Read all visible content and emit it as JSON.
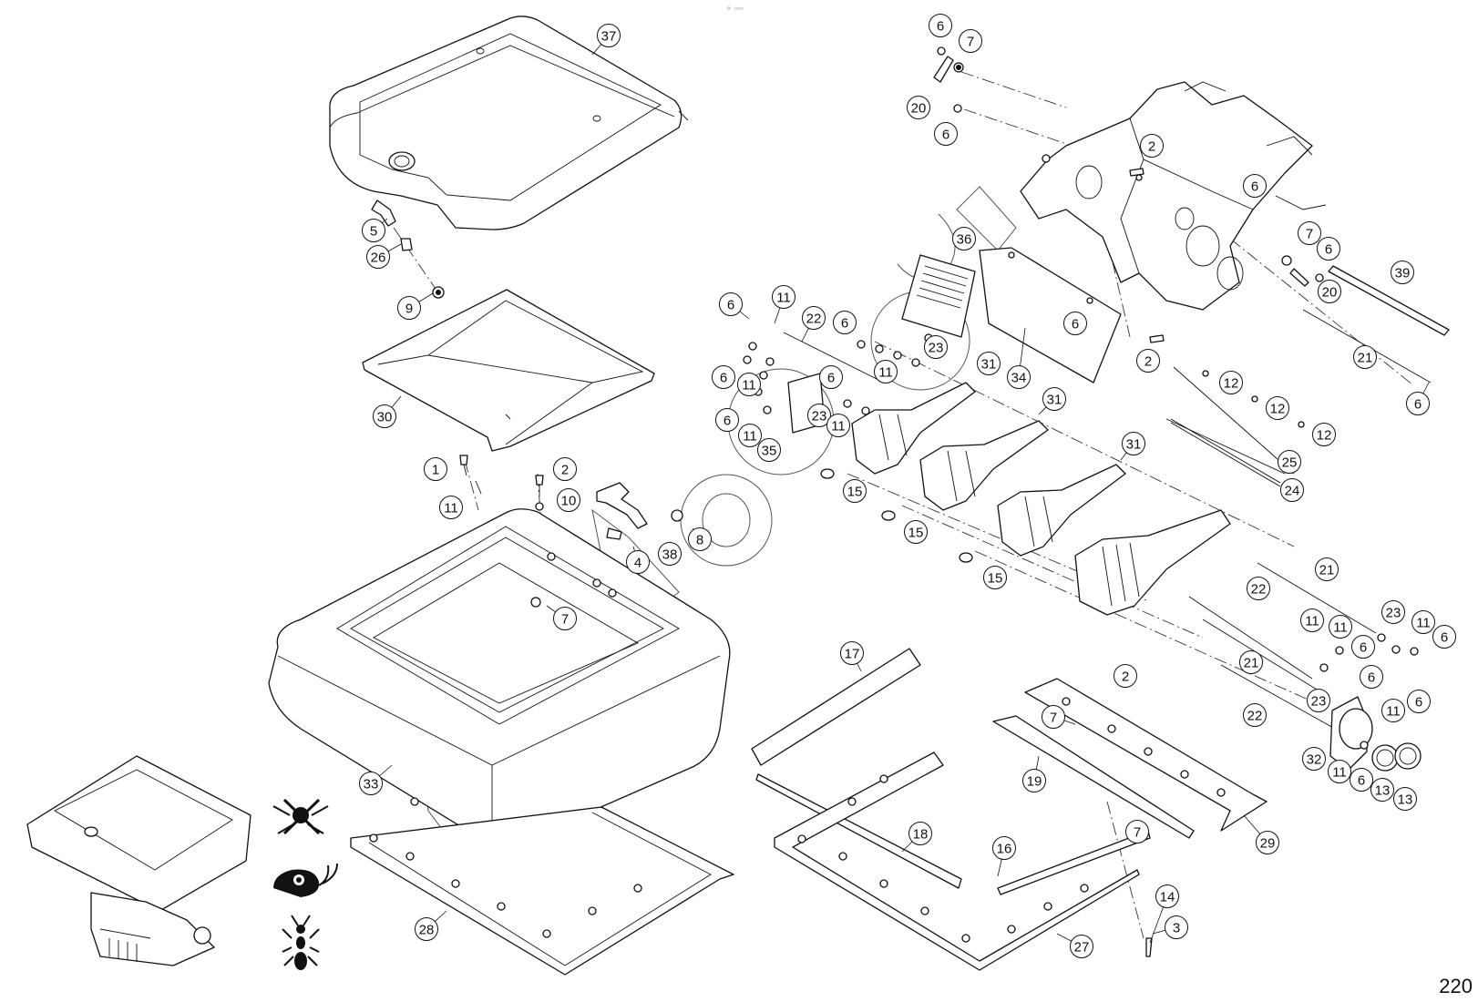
{
  "page_number": "220",
  "top_mark": "⚬ ▫▫▫",
  "environment_icons": [
    "no-insects-icon",
    "snail-icon",
    "ant-icon"
  ],
  "callouts": [
    {
      "label": "37"
    },
    {
      "label": "6"
    },
    {
      "label": "7"
    },
    {
      "label": "20"
    },
    {
      "label": "6"
    },
    {
      "label": "2"
    },
    {
      "label": "6"
    },
    {
      "label": "36"
    },
    {
      "label": "7"
    },
    {
      "label": "6"
    },
    {
      "label": "20"
    },
    {
      "label": "39"
    },
    {
      "label": "5"
    },
    {
      "label": "26"
    },
    {
      "label": "9"
    },
    {
      "label": "6"
    },
    {
      "label": "11"
    },
    {
      "label": "22"
    },
    {
      "label": "6"
    },
    {
      "label": "23"
    },
    {
      "label": "11"
    },
    {
      "label": "6"
    },
    {
      "label": "6"
    },
    {
      "label": "34"
    },
    {
      "label": "2"
    },
    {
      "label": "21"
    },
    {
      "label": "6"
    },
    {
      "label": "6"
    },
    {
      "label": "11"
    },
    {
      "label": "31"
    },
    {
      "label": "6"
    },
    {
      "label": "23"
    },
    {
      "label": "11"
    },
    {
      "label": "35"
    },
    {
      "label": "11"
    },
    {
      "label": "12"
    },
    {
      "label": "12"
    },
    {
      "label": "12"
    },
    {
      "label": "25"
    },
    {
      "label": "24"
    },
    {
      "label": "30"
    },
    {
      "label": "31"
    },
    {
      "label": "31"
    },
    {
      "label": "15"
    },
    {
      "label": "15"
    },
    {
      "label": "15"
    },
    {
      "label": "1"
    },
    {
      "label": "2"
    },
    {
      "label": "11"
    },
    {
      "label": "10"
    },
    {
      "label": "8"
    },
    {
      "label": "38"
    },
    {
      "label": "4"
    },
    {
      "label": "7"
    },
    {
      "label": "21"
    },
    {
      "label": "22"
    },
    {
      "label": "23"
    },
    {
      "label": "11"
    },
    {
      "label": "6"
    },
    {
      "label": "11"
    },
    {
      "label": "11"
    },
    {
      "label": "6"
    },
    {
      "label": "21"
    },
    {
      "label": "6"
    },
    {
      "label": "23"
    },
    {
      "label": "22"
    },
    {
      "label": "11"
    },
    {
      "label": "6"
    },
    {
      "label": "32"
    },
    {
      "label": "11"
    },
    {
      "label": "6"
    },
    {
      "label": "13"
    },
    {
      "label": "13"
    },
    {
      "label": "17"
    },
    {
      "label": "2"
    },
    {
      "label": "7"
    },
    {
      "label": "19"
    },
    {
      "label": "33"
    },
    {
      "label": "29"
    },
    {
      "label": "18"
    },
    {
      "label": "7"
    },
    {
      "label": "16"
    },
    {
      "label": "14"
    },
    {
      "label": "3"
    },
    {
      "label": "28"
    },
    {
      "label": "27"
    }
  ]
}
